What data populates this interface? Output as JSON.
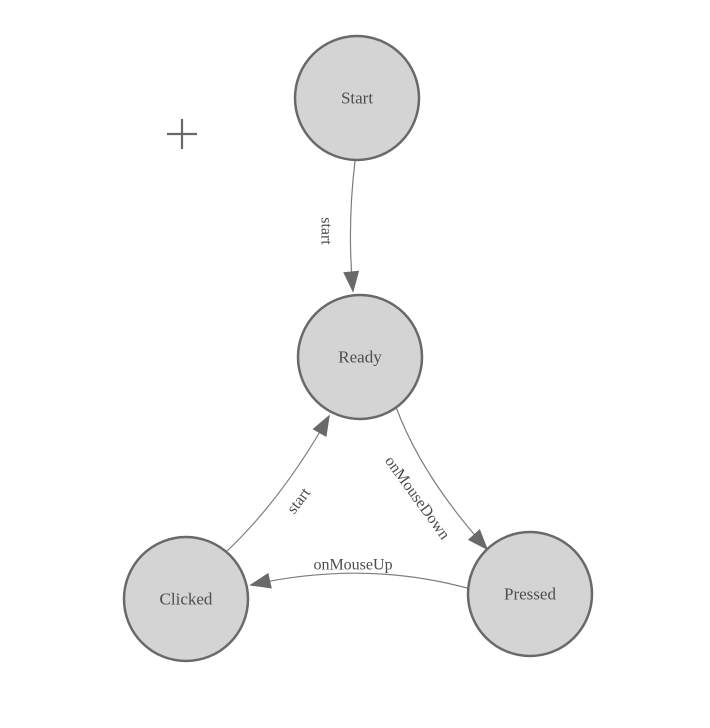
{
  "diagram": {
    "type": "state-machine",
    "background": "#ffffff",
    "colors": {
      "node_fill": "#d4d4d4",
      "node_stroke": "#696969",
      "edge_line": "#7d7d7d",
      "arrow_fill": "#696969",
      "label_text": "#4d4d4d"
    },
    "nodes": [
      {
        "id": "start",
        "label": "Start"
      },
      {
        "id": "ready",
        "label": "Ready"
      },
      {
        "id": "clicked",
        "label": "Clicked"
      },
      {
        "id": "pressed",
        "label": "Pressed"
      }
    ],
    "edges": [
      {
        "from": "Start",
        "to": "Ready",
        "label": "start"
      },
      {
        "from": "Ready",
        "to": "Pressed",
        "label": "onMouseDown"
      },
      {
        "from": "Pressed",
        "to": "Clicked",
        "label": "onMouseUp"
      },
      {
        "from": "Clicked",
        "to": "Ready",
        "label": "start"
      }
    ],
    "cursor": {
      "icon": "crosshair"
    }
  }
}
